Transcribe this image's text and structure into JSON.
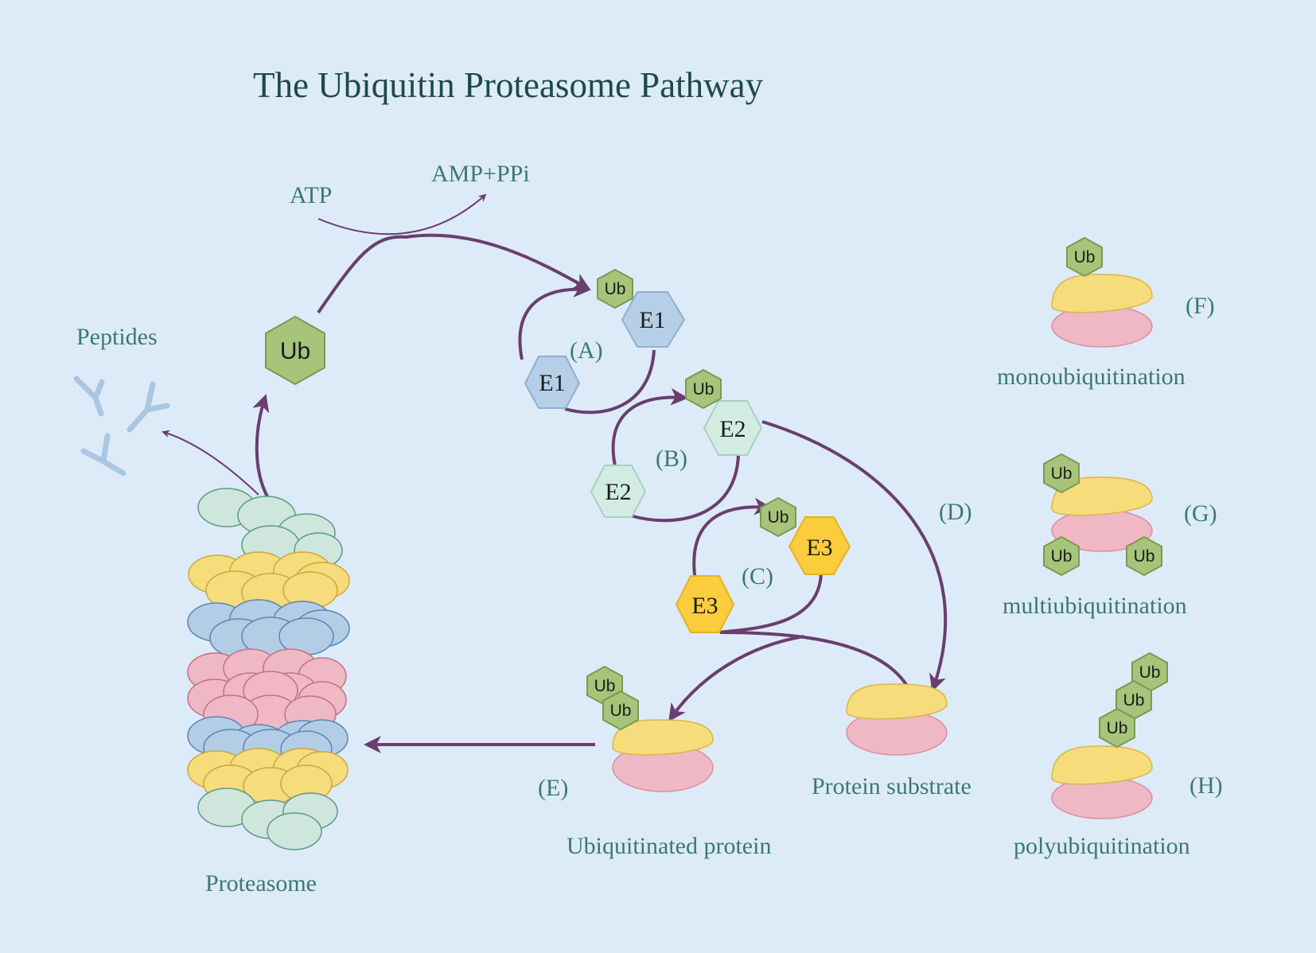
{
  "title": "The Ubiquitin Proteasome Pathway",
  "labels": {
    "atp": "ATP",
    "amp_ppi": "AMP+PPi",
    "peptides": "Peptides",
    "proteasome": "Proteasome",
    "ubiquitinated_protein": "Ubiquitinated protein",
    "protein_substrate": "Protein substrate",
    "mono": "monoubiquitination",
    "multi": "multiubiquitination",
    "poly": "polyubiquitination"
  },
  "steps": {
    "a": "(A)",
    "b": "(B)",
    "c": "(C)",
    "d": "(D)",
    "e": "(E)",
    "f": "(F)",
    "g": "(G)",
    "h": "(H)"
  },
  "molecules": {
    "ub": "Ub",
    "e1": "E1",
    "e2": "E2",
    "e3": "E3"
  },
  "colors": {
    "background": "#ddebf8",
    "text_teal": "#3a7a6e",
    "title": "#1f4a44",
    "arrow_purple": "#6a3e6e",
    "ub_green": "#a7c47a",
    "e1_blue": "#b5cfe6",
    "e2_mint": "#d3ece2",
    "e3_yellow": "#fbcd3c",
    "protein_yellow": "#f7dc7c",
    "protein_pink": "#f0b7c5",
    "proteasome_blue": "#b3cde6",
    "proteasome_green": "#cfe6dc",
    "peptide_blue": "#a9c7e2"
  },
  "icons": [
    "ubiquitin-hexagon-icon",
    "enzyme-hexagon-icon",
    "protein-icon",
    "proteasome-icon",
    "peptide-icon",
    "arrow-icon"
  ]
}
